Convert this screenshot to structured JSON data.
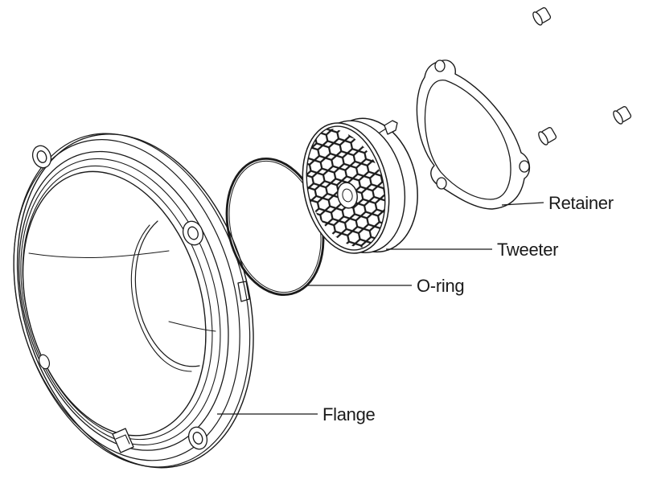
{
  "labels": {
    "retainer": "Retainer",
    "tweeter": "Tweeter",
    "oring": "O-ring",
    "flange": "Flange"
  },
  "colors": {
    "line": "#1a1a1a",
    "background": "#ffffff"
  }
}
